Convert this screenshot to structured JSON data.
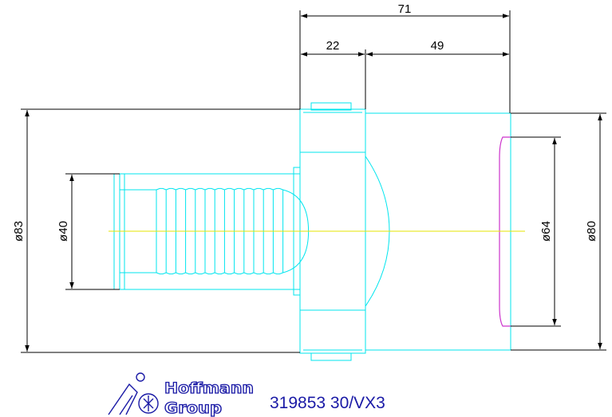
{
  "colors": {
    "outline": "#00e5ee",
    "dimension": "#000000",
    "centerline": "#e6e600",
    "accent": "#cc33cc",
    "brand": "#1a1aa6"
  },
  "dimensions": {
    "total_length": "71",
    "collar_length": "22",
    "body_length": "49",
    "diameter_83": "ø83",
    "diameter_40": "ø40",
    "diameter_64": "ø64",
    "diameter_80": "ø80"
  },
  "logo": {
    "icon": "hoffmann-group-logo-icon",
    "line1": "Hoffmann",
    "line2": "Group"
  },
  "part_number": "319853 30/VX3"
}
